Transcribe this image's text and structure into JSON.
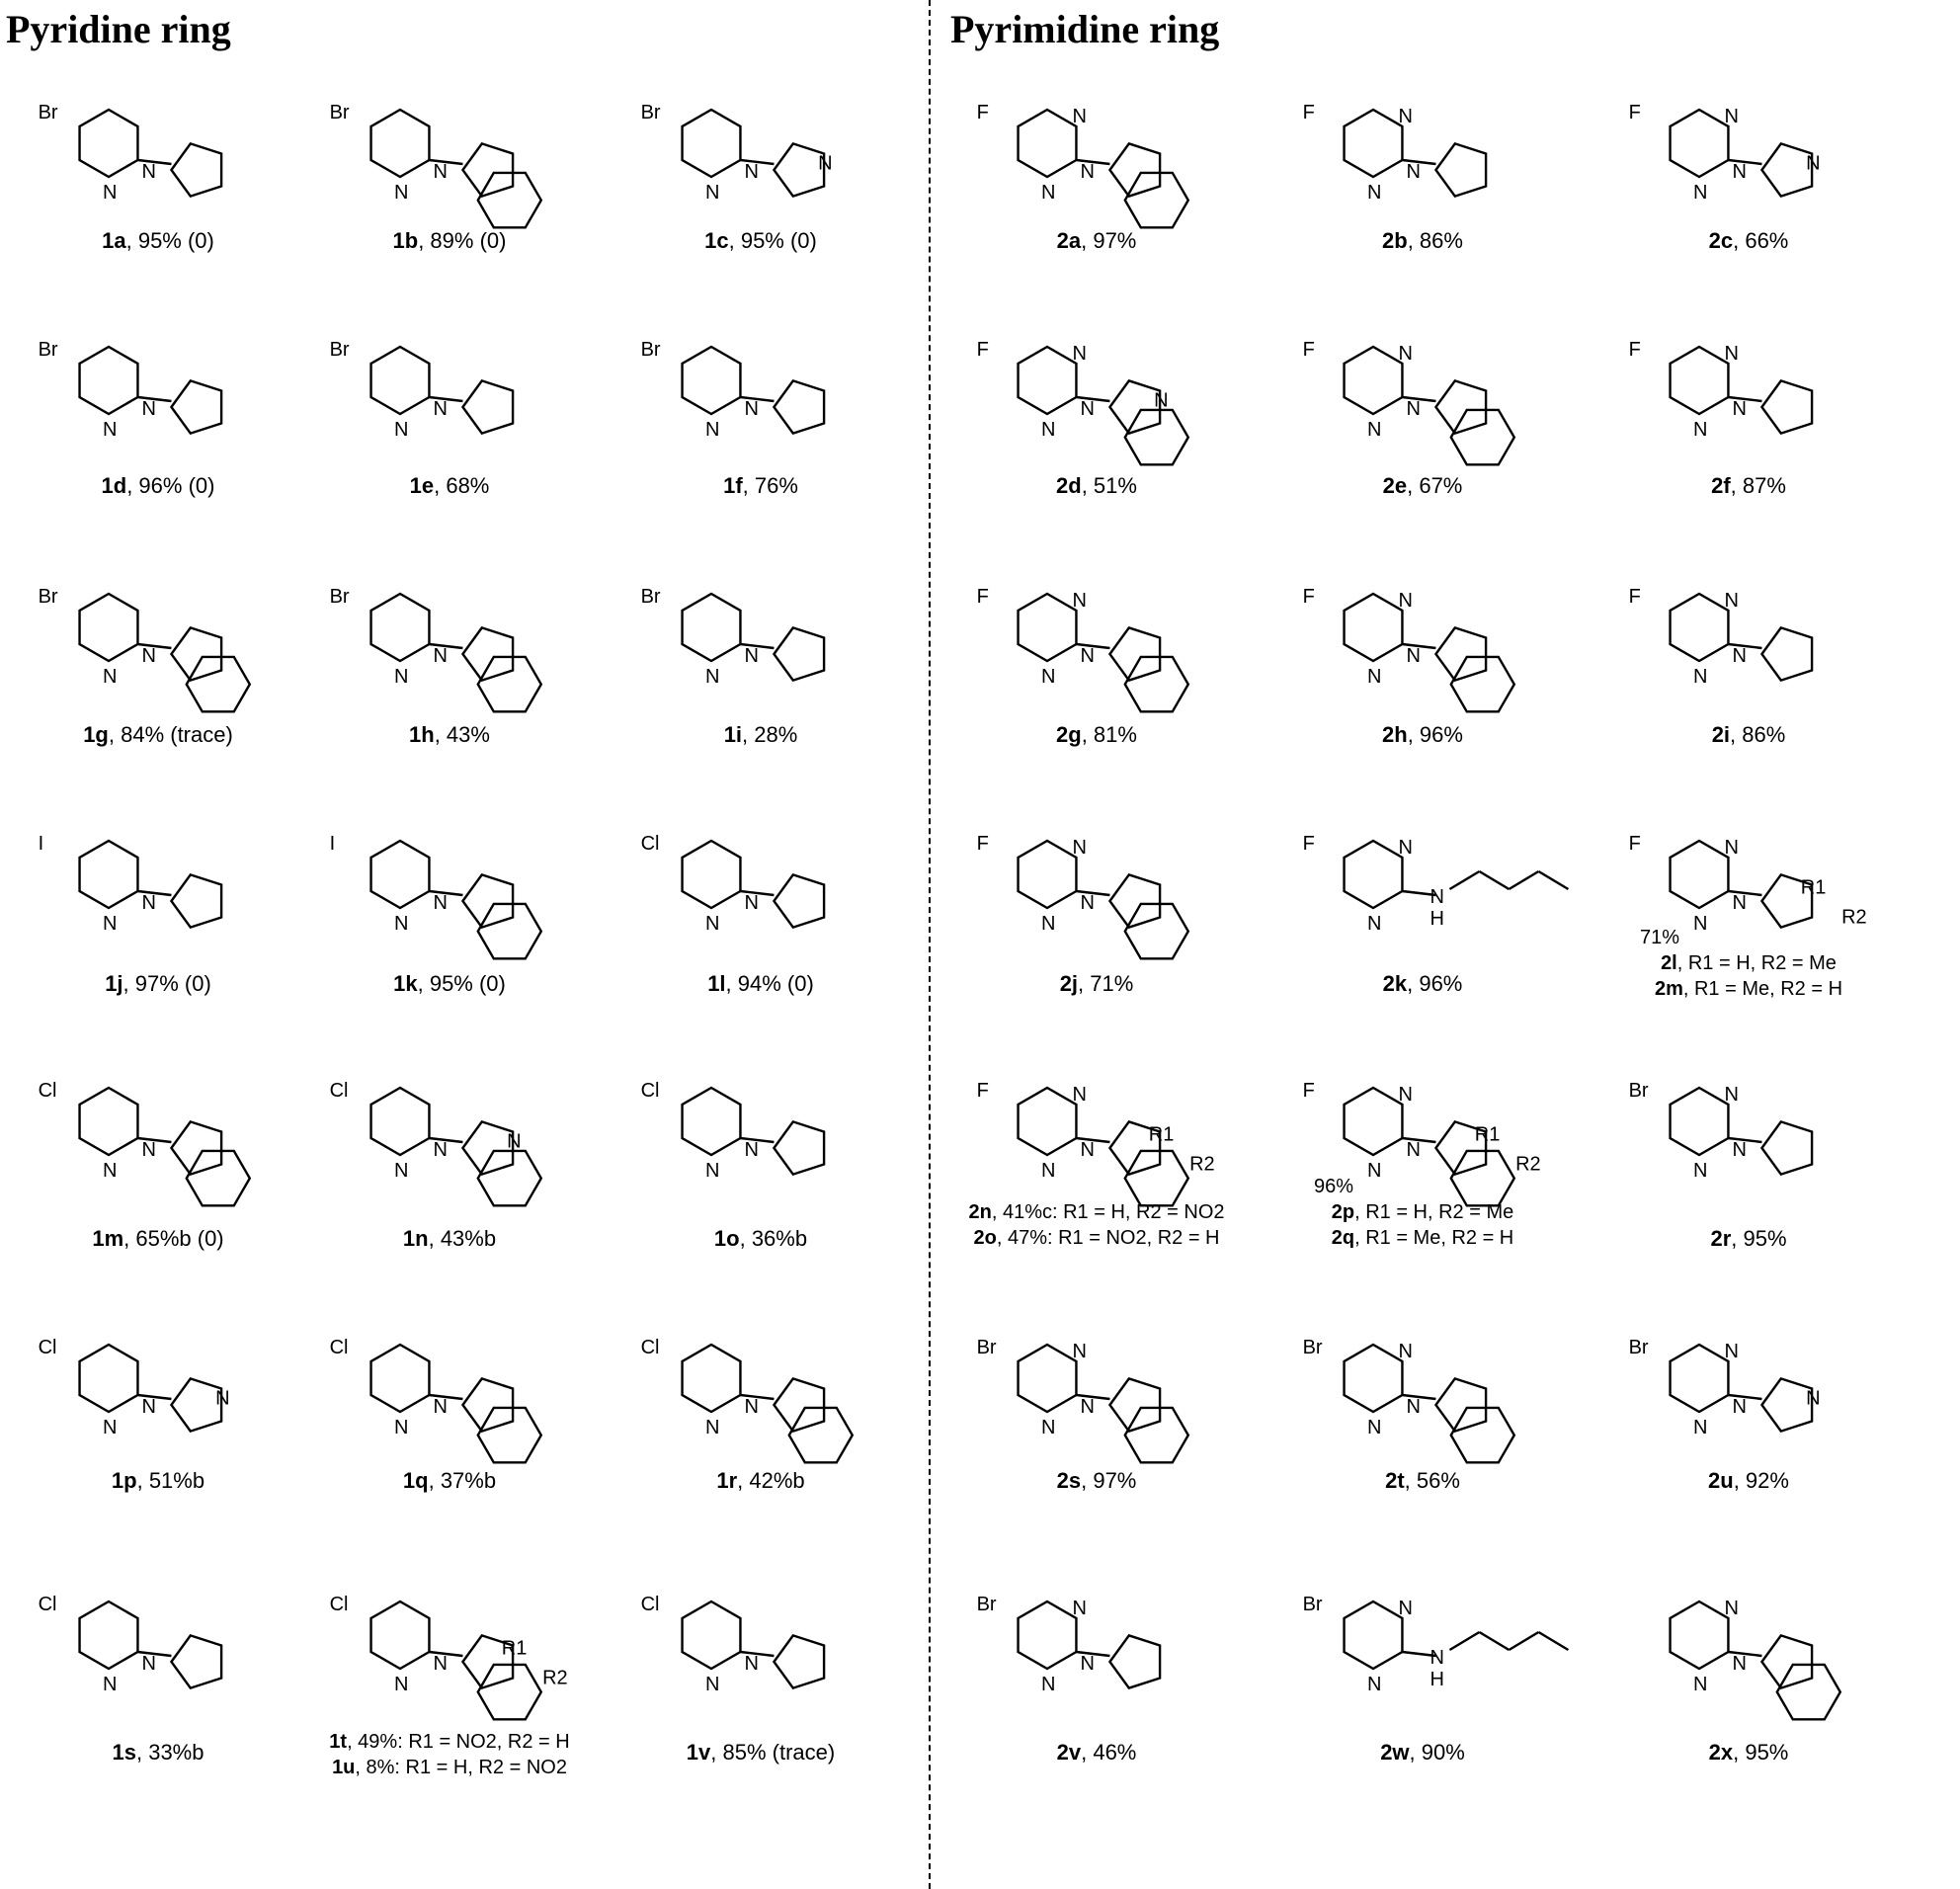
{
  "headings": {
    "left": "Pyridine ring",
    "right": "Pyrimidine ring"
  },
  "compounds": [
    {
      "id": "1a",
      "text": ", 95% (0)"
    },
    {
      "id": "1b",
      "text": ", 89% (0)"
    },
    {
      "id": "1c",
      "text": ", 95% (0)"
    },
    {
      "id": "1d",
      "text": ", 96% (0)"
    },
    {
      "id": "1e",
      "text": ", 68%"
    },
    {
      "id": "1f",
      "text": ", 76%"
    },
    {
      "id": "1g",
      "text": ", 84% (trace)"
    },
    {
      "id": "1h",
      "text": ", 43%"
    },
    {
      "id": "1i",
      "text": ", 28%"
    },
    {
      "id": "1j",
      "text": ", 97% (0)"
    },
    {
      "id": "1k",
      "text": ", 95% (0)"
    },
    {
      "id": "1l",
      "text": ", 94% (0)"
    },
    {
      "id": "1m",
      "text": ", 65%b (0)"
    },
    {
      "id": "1n",
      "text": ", 43%b"
    },
    {
      "id": "1o",
      "text": ", 36%b"
    },
    {
      "id": "1p",
      "text": ", 51%b"
    },
    {
      "id": "1q",
      "text": ", 37%b"
    },
    {
      "id": "1r",
      "text": ", 42%b"
    },
    {
      "id": "1s",
      "text": ", 33%b"
    },
    {
      "id": "1t",
      "text": ", 49%: R1 = NO2, R2 = H"
    },
    {
      "id": "1u",
      "text": ", 8%: R1 = H, R2 = NO2"
    },
    {
      "id": "1v",
      "text": ", 85% (trace)"
    },
    {
      "id": "2a",
      "text": ", 97%"
    },
    {
      "id": "2b",
      "text": ", 86%"
    },
    {
      "id": "2c",
      "text": ", 66%"
    },
    {
      "id": "2d",
      "text": ", 51%"
    },
    {
      "id": "2e",
      "text": ", 67%"
    },
    {
      "id": "2f",
      "text": ", 87%"
    },
    {
      "id": "2g",
      "text": ", 81%"
    },
    {
      "id": "2h",
      "text": ", 96%"
    },
    {
      "id": "2i",
      "text": ", 86%"
    },
    {
      "id": "2j",
      "text": ", 71%"
    },
    {
      "id": "2k",
      "text": ", 96%"
    },
    {
      "id": "2l",
      "text": ", R1 = H, R2 = Me"
    },
    {
      "id": "2m",
      "text": ", R1 = Me, R2 = H"
    },
    {
      "id": "2n",
      "text": ", 41%c: R1 = H, R2 = NO2"
    },
    {
      "id": "2o",
      "text": ", 47%:  R1 = NO2, R2 = H"
    },
    {
      "id": "2p",
      "text": ", R1 = H, R2 = Me"
    },
    {
      "id": "2q",
      "text": ", R1 = Me, R2 = H"
    },
    {
      "id": "2r",
      "text": ", 95%"
    },
    {
      "id": "2s",
      "text": ", 97%"
    },
    {
      "id": "2t",
      "text": ", 56%"
    },
    {
      "id": "2u",
      "text": ", 92%"
    },
    {
      "id": "2v",
      "text": ", 46%"
    },
    {
      "id": "2w",
      "text": ", 90%"
    },
    {
      "id": "2x",
      "text": ", 95%"
    }
  ],
  "shared_yields": {
    "2l_2m": "71%",
    "2p_2q": "96%"
  },
  "atom_labels": {
    "Br": "Br",
    "F": "F",
    "Cl": "Cl",
    "I": "I",
    "N": "N",
    "H": "H",
    "R1": "R1",
    "R2": "R2"
  }
}
